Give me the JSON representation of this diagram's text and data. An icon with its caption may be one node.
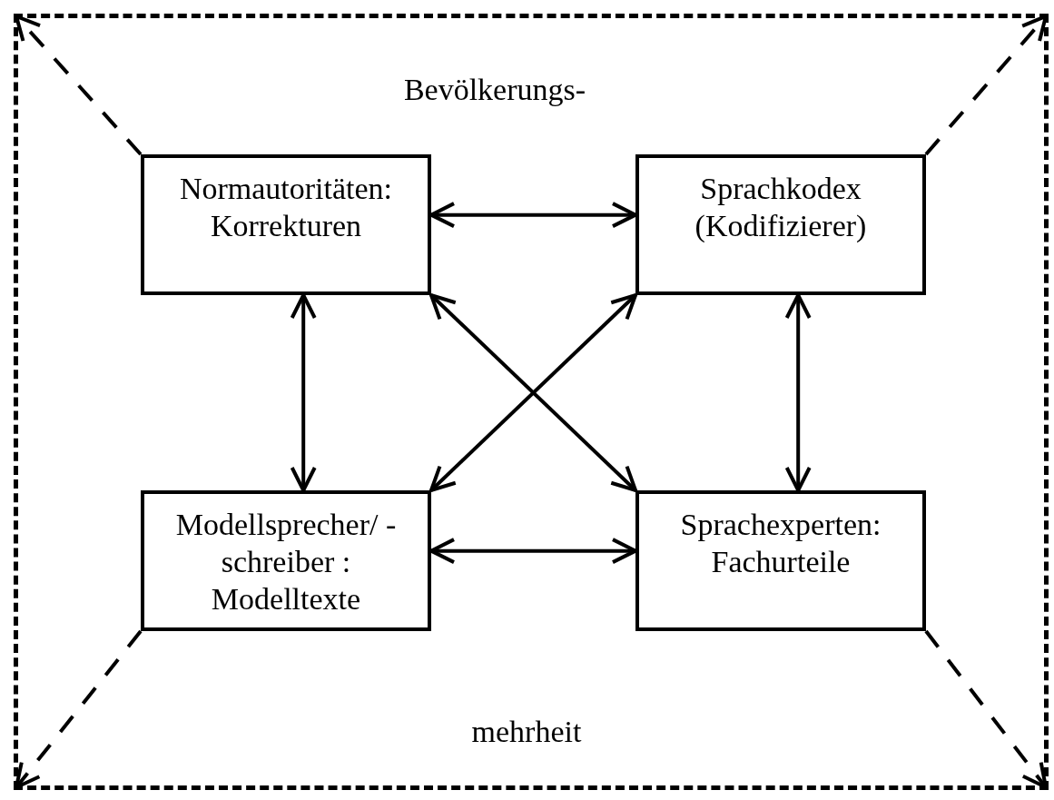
{
  "diagram": {
    "nodes": [
      {
        "text": [
          "Bevölkerungs-",
          "mehrheit"
        ]
      },
      {
        "text": [
          "Normautoritäten: Korrekturen"
        ],
        "in": 0
      },
      {
        "text": [
          "Sprachkodex (Kodifizierer)"
        ],
        "in": 0
      },
      {
        "text": [
          "Modellsprecher/ -schreiber : Modelltexte"
        ],
        "in": 0
      },
      {
        "text": [
          "Sprachexperten: Fachurteile"
        ],
        "in": 0
      }
    ],
    "edges": [
      {
        "from": 1,
        "to": 2,
        "arrow": "both"
      },
      {
        "from": 1,
        "to": 3,
        "arrow": "both"
      },
      {
        "from": 1,
        "to": 4,
        "arrow": "both"
      },
      {
        "from": 2,
        "to": 3,
        "arrow": "both"
      },
      {
        "from": 2,
        "to": 4,
        "arrow": "both"
      },
      {
        "from": 3,
        "to": 4,
        "arrow": "both"
      },
      {
        "from": 1,
        "to": 0,
        "arrow": "to",
        "style": "dashed"
      },
      {
        "from": 2,
        "to": 0,
        "arrow": "to",
        "style": "dashed"
      },
      {
        "from": 3,
        "to": 0,
        "arrow": "to",
        "style": "dashed"
      },
      {
        "from": 4,
        "to": 0,
        "arrow": "to",
        "style": "dashed"
      }
    ]
  }
}
